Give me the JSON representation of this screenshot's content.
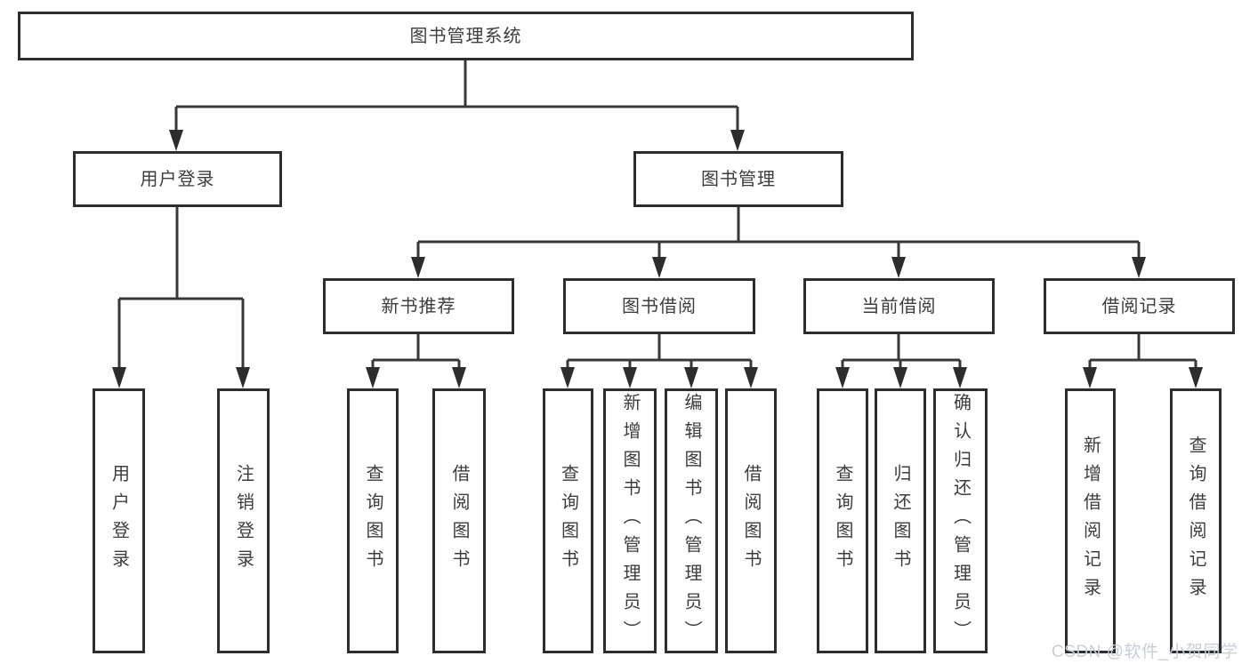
{
  "diagram": {
    "root": {
      "label": "图书管理系统"
    },
    "level2": [
      {
        "label": "用户登录"
      },
      {
        "label": "图书管理"
      }
    ],
    "level3": [
      {
        "label": "新书推荐"
      },
      {
        "label": "图书借阅"
      },
      {
        "label": "当前借阅"
      },
      {
        "label": "借阅记录"
      }
    ],
    "leaves": {
      "user_login": [
        "用户登录",
        "注销登录"
      ],
      "new_book": [
        "查询图书",
        "借阅图书"
      ],
      "book_borrow": [
        "查询图书",
        "新增图书（管理员）",
        "编辑图书（管理员）",
        "借阅图书"
      ],
      "current_borrow": [
        "查询图书",
        "归还图书",
        "确认归还（管理员）"
      ],
      "borrow_records": [
        "新增借阅记录",
        "查询借阅记录"
      ]
    },
    "colors": {
      "line": "#383838",
      "border": "#2d2d2d",
      "text": "#3d3d3d",
      "watermark": "#c9cfd6"
    }
  },
  "watermark": {
    "text": "CSDN @软件_小贺同学"
  }
}
